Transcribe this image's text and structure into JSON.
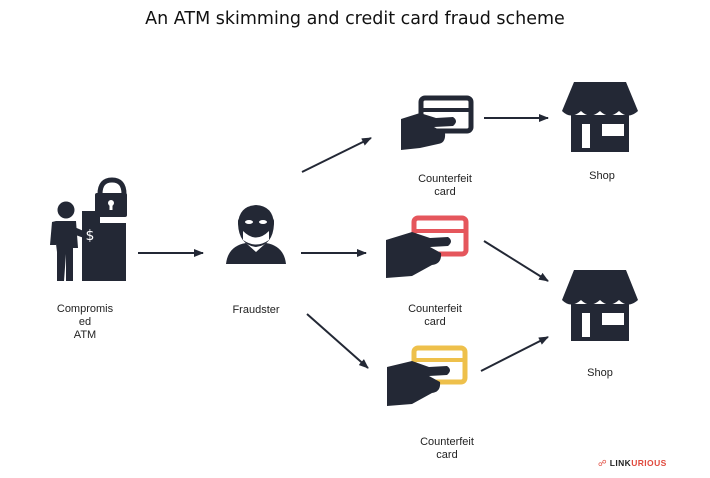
{
  "title": "An ATM skimming and credit card fraud scheme",
  "colors": {
    "ink": "#232835",
    "red_card": "#e5565c",
    "yellow_card": "#eec04b",
    "brand_red": "#e0493d"
  },
  "icons": {
    "atm": "person-at-atm-with-padlock-icon",
    "fraudster": "masked-fraudster-icon",
    "card": "hand-holding-card-icon",
    "shop": "shop-storefront-icon"
  },
  "nodes": {
    "atm": {
      "line1": "Compromis",
      "line2": "ed",
      "line3": "ATM"
    },
    "fraudster": {
      "label": "Fraudster"
    },
    "card_top": {
      "line1": "Counterfeit",
      "line2": "card"
    },
    "card_mid": {
      "line1": "Counterfeit",
      "line2": "card"
    },
    "card_bot": {
      "line1": "Counterfeit",
      "line2": "card"
    },
    "shop_top": {
      "label": "Shop"
    },
    "shop_bot": {
      "label": "Shop"
    }
  },
  "brand": {
    "part1": "LINK",
    "part2": "URIOUS"
  }
}
